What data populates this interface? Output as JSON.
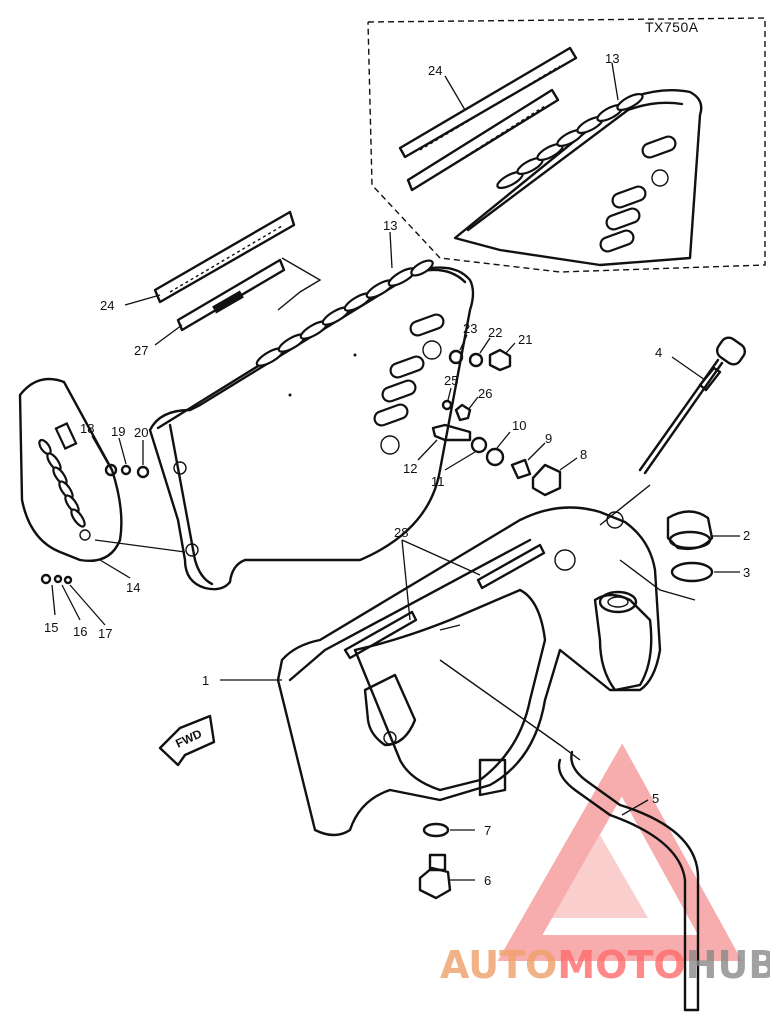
{
  "model_code": "TX750A",
  "direction_label": "FWD",
  "callouts": [
    {
      "id": "c13a",
      "text": "13"
    },
    {
      "id": "c24a",
      "text": "24"
    },
    {
      "id": "c13b",
      "text": "13"
    },
    {
      "id": "c24b",
      "text": "24"
    },
    {
      "id": "c27",
      "text": "27"
    },
    {
      "id": "c23",
      "text": "23"
    },
    {
      "id": "c22",
      "text": "22"
    },
    {
      "id": "c21",
      "text": "21"
    },
    {
      "id": "c4",
      "text": "4"
    },
    {
      "id": "c25",
      "text": "25"
    },
    {
      "id": "c26",
      "text": "26"
    },
    {
      "id": "c18",
      "text": "18"
    },
    {
      "id": "c19",
      "text": "19"
    },
    {
      "id": "c20",
      "text": "20"
    },
    {
      "id": "c10",
      "text": "10"
    },
    {
      "id": "c9",
      "text": "9"
    },
    {
      "id": "c8",
      "text": "8"
    },
    {
      "id": "c12",
      "text": "12"
    },
    {
      "id": "c11",
      "text": "11"
    },
    {
      "id": "c2",
      "text": "2"
    },
    {
      "id": "c3",
      "text": "3"
    },
    {
      "id": "c14",
      "text": "14"
    },
    {
      "id": "c28",
      "text": "28"
    },
    {
      "id": "c15",
      "text": "15"
    },
    {
      "id": "c16",
      "text": "16"
    },
    {
      "id": "c17",
      "text": "17"
    },
    {
      "id": "c1",
      "text": "1"
    },
    {
      "id": "c5",
      "text": "5"
    },
    {
      "id": "c7",
      "text": "7"
    },
    {
      "id": "c6",
      "text": "6"
    }
  ],
  "watermark": {
    "part1": "AUTO",
    "part2": "MOTO",
    "part3": "HUB",
    "colors": {
      "primary": "#f08a5d",
      "secondary": "#ff6b6b",
      "dark": "#8a8a8a",
      "triangle": "#f26b6b"
    }
  }
}
